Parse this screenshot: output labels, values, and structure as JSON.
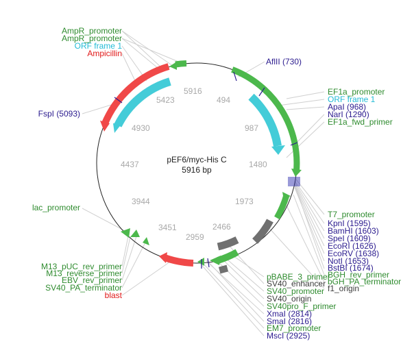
{
  "plasmid": {
    "name": "pEF6/myc-His C",
    "length_label": "5916 bp",
    "length_bp": 5916
  },
  "ticks": [
    "5916",
    "494",
    "987",
    "1480",
    "1973",
    "2466",
    "2959",
    "3451",
    "3944",
    "4437",
    "4930",
    "5423"
  ],
  "colors": {
    "feature_green": "#4cb84c",
    "promoter_text": "#2e8b2e",
    "orf_cyan": "#44ccd8",
    "orf_text": "#22bbd6",
    "resistance_red": "#f04848",
    "resistance_text": "#e01818",
    "site_text": "#2a1a8e",
    "gray_feature": "#707070",
    "enhancer_text": "#3c3c3c",
    "backbone": "#222222",
    "leader": "#cfcfcf",
    "tick_text": "#a8a8a8"
  },
  "labels": {
    "top_left": [
      {
        "text": "AmpR_promoter",
        "kind": "promoter"
      },
      {
        "text": "AmpR_promoter",
        "kind": "promoter"
      },
      {
        "text": "ORF frame 1",
        "kind": "orf"
      },
      {
        "text": "Ampicillin",
        "kind": "resistance"
      }
    ],
    "fspi": {
      "text": "FspI  (5093)",
      "kind": "site"
    },
    "afliii": {
      "text": "AflII  (730)",
      "kind": "site"
    },
    "right_upper": [
      {
        "text": "EF1a_promoter",
        "kind": "promoter"
      },
      {
        "text": "ORF frame 1",
        "kind": "orf"
      },
      {
        "text": "ApaI  (968)",
        "kind": "site"
      },
      {
        "text": "NarI  (1290)",
        "kind": "site"
      },
      {
        "text": "EF1a_fwd_primer",
        "kind": "promoter"
      }
    ],
    "lac_promoter": {
      "text": "lac_promoter",
      "kind": "promoter"
    },
    "right_lower": [
      {
        "text": "T7_promoter",
        "kind": "promoter"
      },
      {
        "text": "KpnI  (1595)",
        "kind": "site"
      },
      {
        "text": "BamHI  (1603)",
        "kind": "site"
      },
      {
        "text": "SpeI  (1609)",
        "kind": "site"
      },
      {
        "text": "EcoRI  (1626)",
        "kind": "site"
      },
      {
        "text": "EcoRV  (1638)",
        "kind": "site"
      },
      {
        "text": "NotI  (1653)",
        "kind": "site"
      },
      {
        "text": "BstBI  (1674)",
        "kind": "site"
      },
      {
        "text": "BGH_rev_primer",
        "kind": "promoter"
      },
      {
        "text": "bGH_PA_terminator",
        "kind": "promoter"
      },
      {
        "text": "f1_origin",
        "kind": "enhancer"
      }
    ],
    "bottom_left": [
      {
        "text": "M13_pUC_rev_primer",
        "kind": "promoter"
      },
      {
        "text": "M13_reverse_primer",
        "kind": "promoter"
      },
      {
        "text": "EBV_rev_primer",
        "kind": "promoter"
      },
      {
        "text": "SV40_PA_terminator",
        "kind": "promoter"
      },
      {
        "text": "blast",
        "kind": "resistance"
      }
    ],
    "bottom_center": [
      {
        "text": "pBABE_3_primer",
        "kind": "promoter"
      },
      {
        "text": "SV40_enhancer",
        "kind": "enhancer"
      },
      {
        "text": "SV40_promoter",
        "kind": "promoter"
      },
      {
        "text": "SV40_origin",
        "kind": "enhancer"
      },
      {
        "text": "SV40pro_F_primer",
        "kind": "promoter"
      },
      {
        "text": "XmaI  (2814)",
        "kind": "site"
      },
      {
        "text": "SmaI  (2816)",
        "kind": "site"
      },
      {
        "text": "EM7_promoter",
        "kind": "promoter"
      },
      {
        "text": "MscI  (2925)",
        "kind": "site"
      }
    ]
  }
}
